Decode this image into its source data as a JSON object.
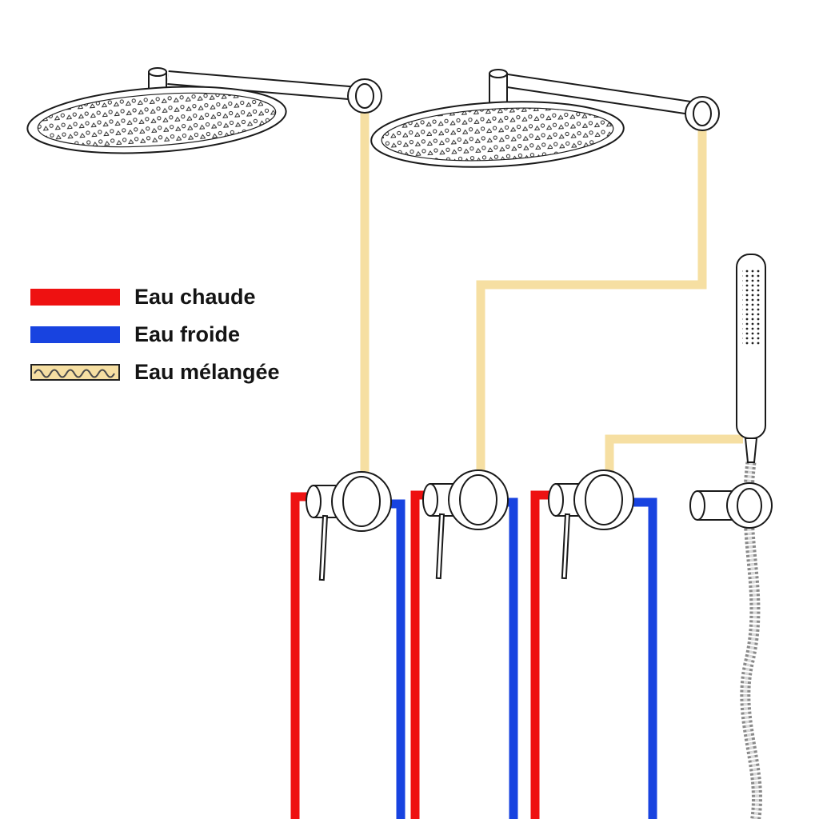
{
  "colors": {
    "hot": "#ee1111",
    "cold": "#1843e0",
    "mixed": "#f6dfa2",
    "outline": "#1a1a1a"
  },
  "legend": {
    "items": [
      {
        "label": "Eau chaude",
        "color": "#ee1111",
        "style": "solid"
      },
      {
        "label": "Eau froide",
        "color": "#1843e0",
        "style": "solid"
      },
      {
        "label": "Eau mélangée",
        "color": "#f6dfa2",
        "style": "wavy"
      }
    ]
  }
}
